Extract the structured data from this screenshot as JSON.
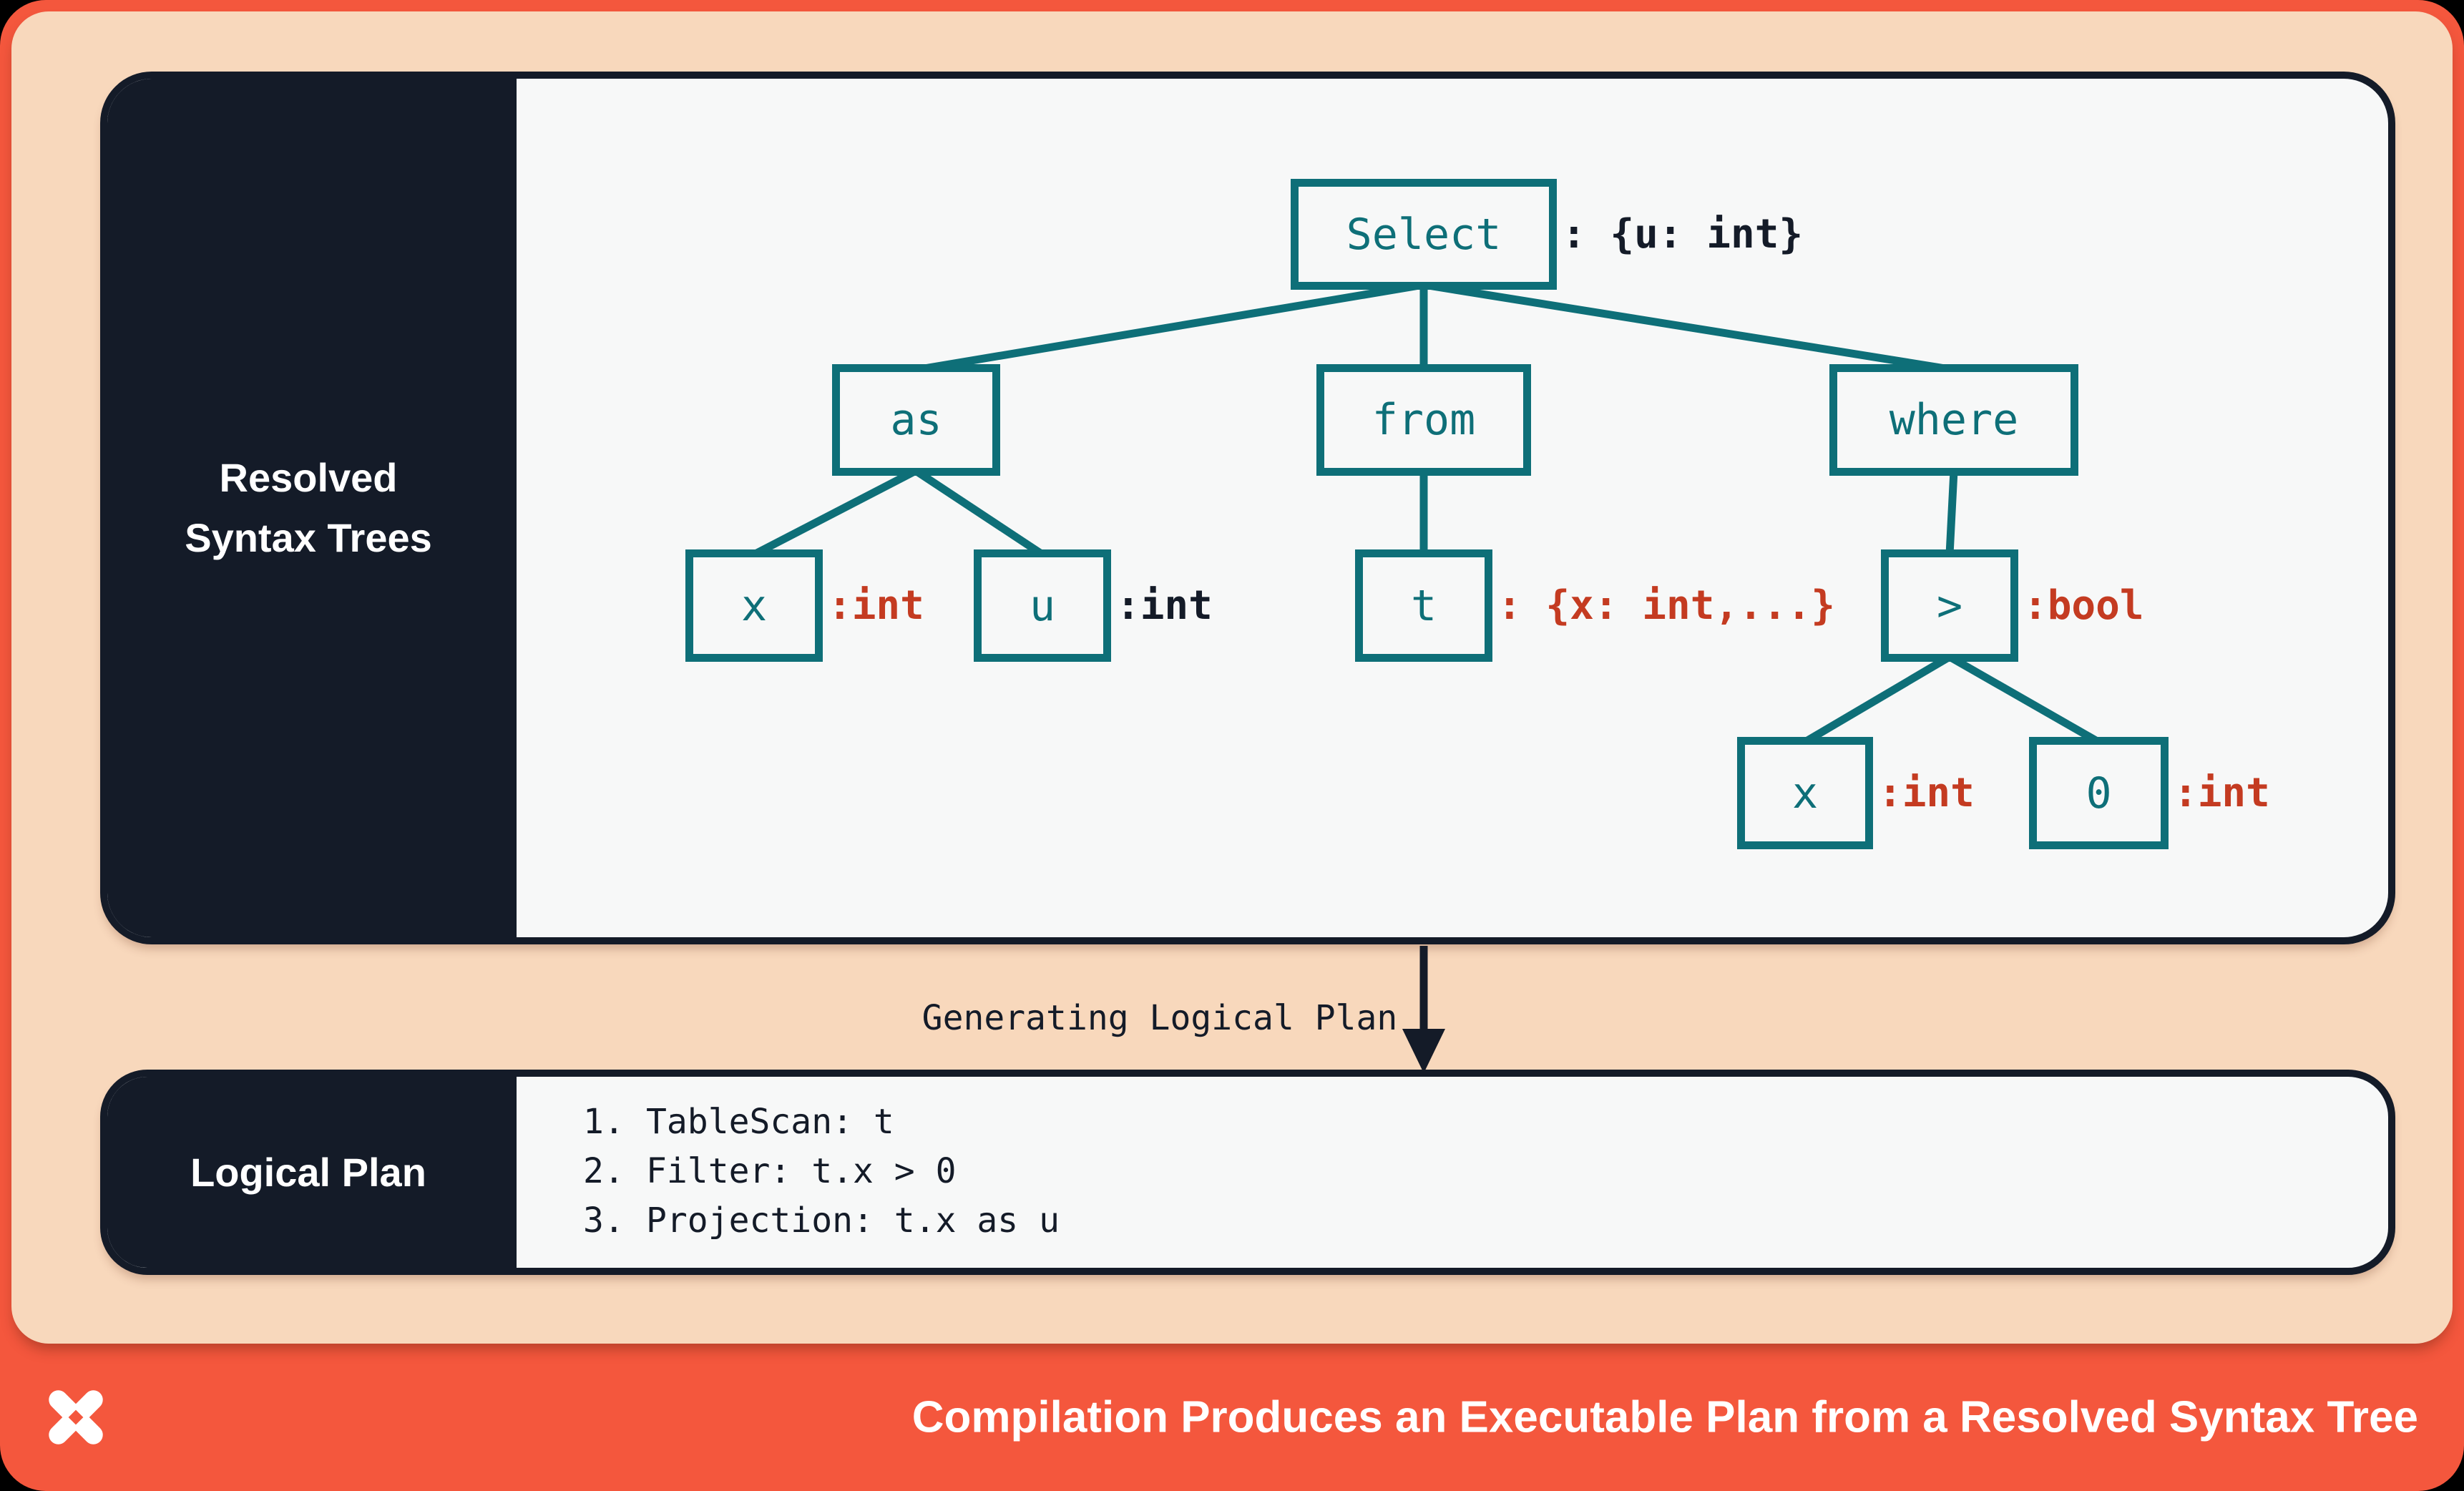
{
  "colors": {
    "coral": "#F4573D",
    "peach": "#F8D8BC",
    "navy": "#141B28",
    "panel": "#F7F8F8",
    "teal": "#0E6F78",
    "red": "#C43B21"
  },
  "resolved_panel": {
    "title_line1": "Resolved",
    "title_line2": "Syntax Trees"
  },
  "tree": {
    "nodes": {
      "select": {
        "label": "Select",
        "annotation": ": {u: int}",
        "annotation_color": "#141B28"
      },
      "as": {
        "label": "as"
      },
      "from": {
        "label": "from"
      },
      "where": {
        "label": "where"
      },
      "x_alias": {
        "label": "x",
        "annotation": ":int",
        "annotation_color": "#C43B21"
      },
      "u_alias": {
        "label": "u",
        "annotation": ":int",
        "annotation_color": "#141B28"
      },
      "t": {
        "label": "t",
        "annotation": ": {x: int,...}",
        "annotation_color": "#C43B21"
      },
      "gt": {
        "label": ">",
        "annotation": ":bool",
        "annotation_color": "#C43B21"
      },
      "x_cmp": {
        "label": "x",
        "annotation": ":int",
        "annotation_color": "#C43B21"
      },
      "zero": {
        "label": "0",
        "annotation": ":int",
        "annotation_color": "#C43B21"
      }
    }
  },
  "transition": {
    "label": "Generating Logical Plan"
  },
  "logical_panel": {
    "title": "Logical Plan",
    "steps": [
      {
        "num": "1.",
        "text": "TableScan: t"
      },
      {
        "num": "2.",
        "text": "Filter: t.x > 0"
      },
      {
        "num": "3.",
        "text": "Projection: t.x as u"
      }
    ]
  },
  "footer": {
    "logo_icon": "pinwheel-x-logo",
    "title": "Compilation Produces an Executable Plan from a Resolved Syntax Tree"
  }
}
